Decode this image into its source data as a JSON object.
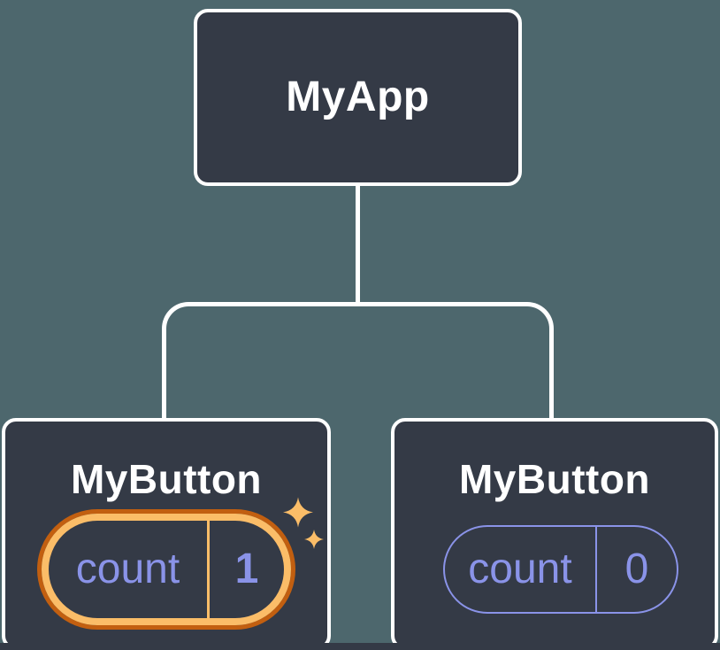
{
  "diagram": {
    "kind": "component-tree",
    "root": {
      "label": "MyApp"
    },
    "children": [
      {
        "label": "MyButton",
        "state": {
          "name": "count",
          "value": "1"
        },
        "highlighted": true,
        "highlight_icon": "sparkles-icon"
      },
      {
        "label": "MyButton",
        "state": {
          "name": "count",
          "value": "0"
        },
        "highlighted": false
      }
    ]
  },
  "colors": {
    "background": "#4d676d",
    "node_fill": "#343a46",
    "node_border": "#ffffff",
    "connector": "#ffffff",
    "title_text": "#ffffff",
    "state_text": "#8a93e8",
    "state_border": "#8a93e8",
    "ring_outer": "#c25f10",
    "ring_inner": "#fbbd68",
    "sparkle": "#fbbd68"
  }
}
